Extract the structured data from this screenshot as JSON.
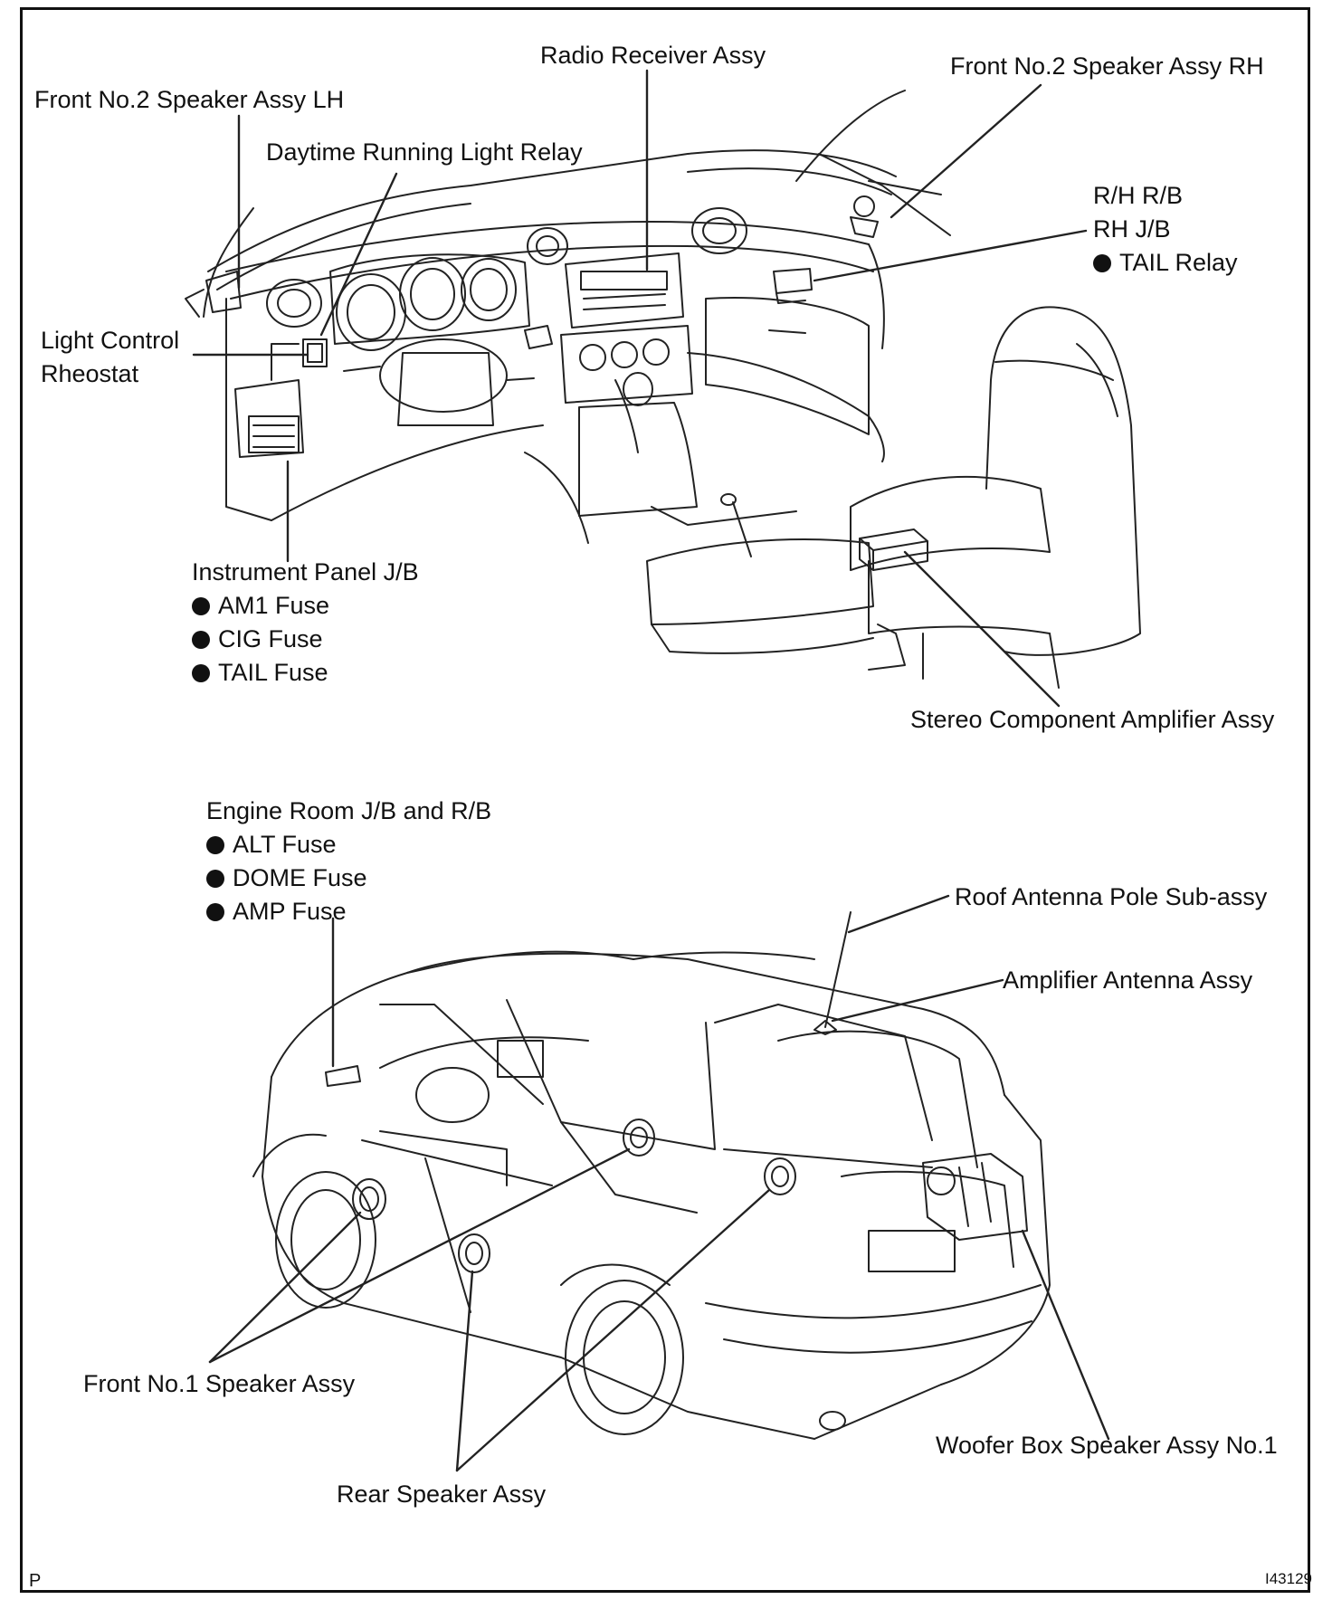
{
  "labels": {
    "radio_receiver": "Radio Receiver Assy",
    "front2_lh": "Front No.2 Speaker Assy LH",
    "front2_rh": "Front No.2 Speaker Assy RH",
    "drl_relay": "Daytime Running Light Relay",
    "rh_rb_title_1": "R/H R/B",
    "rh_rb_title_2": "RH J/B",
    "rh_rb_item": "TAIL Relay",
    "light_control_1": "Light  Control",
    "light_control_2": "Rheostat",
    "ip_jb_title": "Instrument Panel J/B",
    "ip_jb_items": [
      "AM1 Fuse",
      "CIG Fuse",
      "TAIL Fuse"
    ],
    "stereo_amp": "Stereo Component Amplifier Assy",
    "engine_room_title": "Engine Room J/B and R/B",
    "engine_room_items": [
      "ALT Fuse",
      "DOME Fuse",
      "AMP Fuse"
    ],
    "roof_antenna": "Roof Antenna Pole Sub-assy",
    "amp_antenna": "Amplifier Antenna Assy",
    "front1_speaker": "Front No.1 Speaker Assy",
    "rear_speaker": "Rear Speaker Assy",
    "woofer": "Woofer Box Speaker Assy No.1"
  },
  "footer": {
    "left_mark": "P",
    "figure_id": "I43129"
  }
}
